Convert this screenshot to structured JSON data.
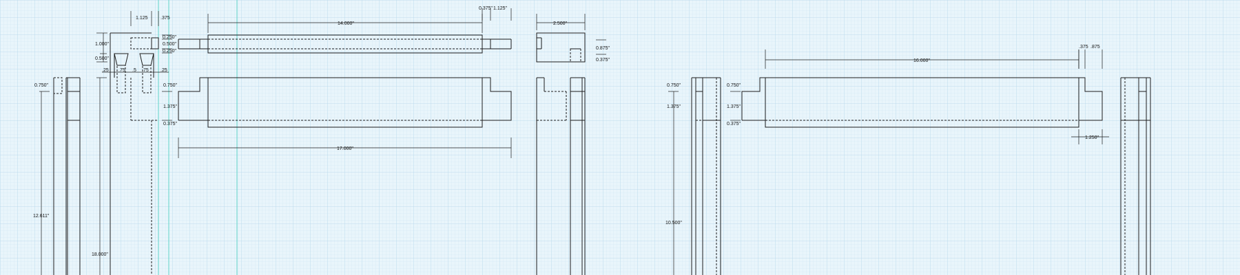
{
  "dims": {
    "d_1125": "1.125",
    "d_375a": ".375",
    "d_14": "14.000\"",
    "d_0375": "0.375\"",
    "d_1125b": "1.125\"",
    "d_2500": "2.500\"",
    "d_1000": "1.000\"",
    "d_0250a": "0.250\"",
    "d_0500a": "0.500\"",
    "d_0250b": "0.250\"",
    "d_0500b": "0.500\"",
    "d_0875a": "0.875\"",
    "d_0375b": "0.375\"",
    "d_25a": ".25",
    "d_75a": ".75",
    "d_5": ".5",
    "d_75b": ".75",
    "d_25b": ".25",
    "d_0750a": "0.750\"",
    "d_0750b": "0.750\"",
    "d_1375a": "1.375\"",
    "d_0375c": "0.375\"",
    "d_17": "17.000\"",
    "d_12611": "12.611\"",
    "d_18": "18.000\"",
    "d_16": "16.000\"",
    "d_375b": ".375",
    "d_875": ".875",
    "d_0750c": "0.750\"",
    "d_0750d": "0.750\"",
    "d_1375b": "1.375\"",
    "d_1375c": "1.375\"",
    "d_0375d": "0.375\"",
    "d_1250": "1.250\"",
    "d_10500": "10.500\""
  }
}
